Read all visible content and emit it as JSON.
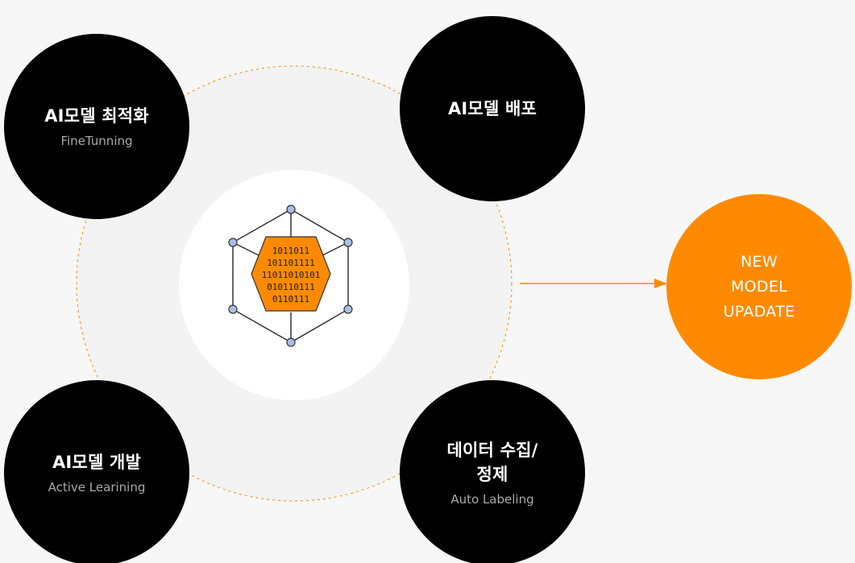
{
  "colors": {
    "accent": "#ff8a00",
    "node_bg": "#000000",
    "node_sub_text": "#a9a9a9",
    "background": "#f7f7f7",
    "center_disc": "#ffffff",
    "vertex_fill": "#a9bfe6"
  },
  "nodes": {
    "finetune": {
      "title": "AI모델 최적화",
      "subtitle": "FineTunning"
    },
    "deploy": {
      "title": "AI모델 배포"
    },
    "develop": {
      "title": "AI모델 개발",
      "subtitle": "Active Learining"
    },
    "data": {
      "title": "데이터 수집/\n정제",
      "subtitle": "Auto Labeling"
    }
  },
  "new_model": {
    "line1": "NEW",
    "line2": "MODEL",
    "line3": "UPADATE"
  },
  "center_icon": {
    "name": "binary-cube-icon",
    "binary_lines": [
      "1011011",
      "101101111",
      "11011010101",
      "010110111",
      "0110111"
    ]
  }
}
